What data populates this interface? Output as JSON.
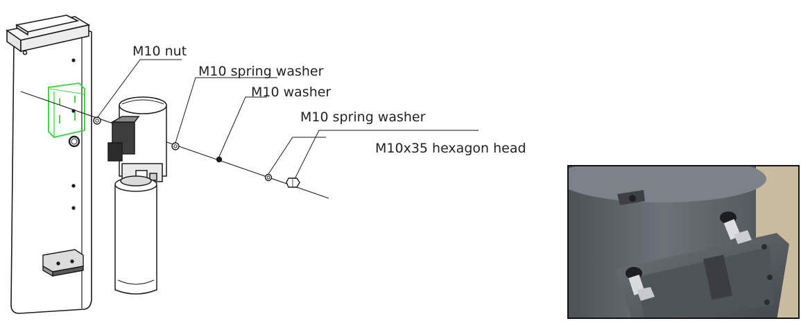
{
  "callouts": {
    "nut": "M10 nut",
    "spring_washer_1": "M10 spring washer",
    "washer": "M10 washer",
    "spring_washer_2": "M10 spring washer",
    "bolt": "M10x35 hexagon head"
  },
  "colors": {
    "line": "#1a1a1a",
    "highlight": "#4ccf4c",
    "photo_metal": "#5f6468",
    "photo_background": "#b7a88c"
  },
  "icons": [
    "column-housing",
    "mounting-bracket",
    "hydraulic-motor",
    "oil-tank",
    "fasteners",
    "installation-photo"
  ]
}
